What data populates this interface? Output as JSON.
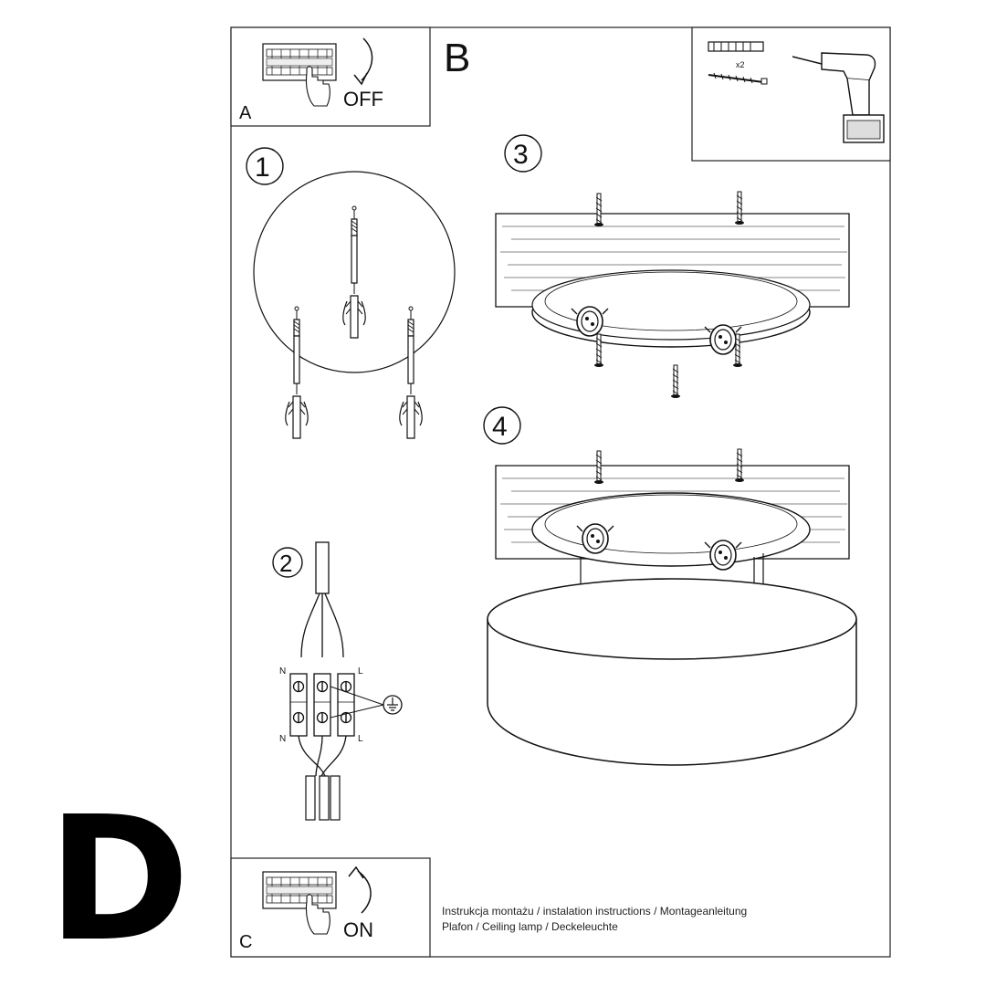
{
  "panels": {
    "power_off": {
      "letter": "A",
      "label": "OFF"
    },
    "tools": {
      "letter": "B",
      "quantity": "x2"
    },
    "power_on": {
      "letter": "C",
      "label": "ON"
    }
  },
  "steps": {
    "drill": "1",
    "wiring": "2",
    "mount_base": "3",
    "attach_shade": "4"
  },
  "terminal": {
    "top_left": "N",
    "top_right": "L",
    "bottom_left": "N",
    "bottom_right": "L"
  },
  "variant_letter": "D",
  "footer": {
    "line1": "Instrukcja montażu / instalation instructions / Montageanleitung",
    "line2": "Plafon / Ceiling lamp / Deckeleuchte"
  }
}
